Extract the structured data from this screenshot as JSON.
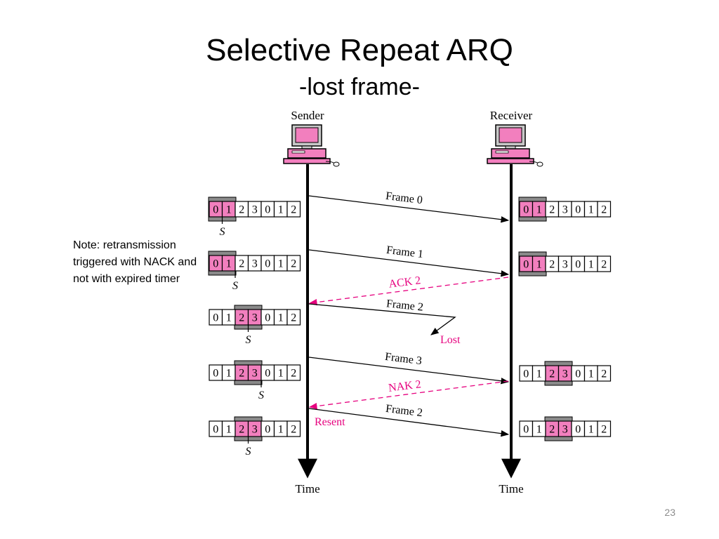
{
  "slide": {
    "title": "Selective Repeat ARQ",
    "subtitle": "-lost frame-",
    "note": "Note:  retransmission triggered with NACK and not with expired timer",
    "slide_number": "23"
  },
  "diagram": {
    "sender_label": "Sender",
    "receiver_label": "Receiver",
    "sender_time_label": "Time",
    "receiver_time_label": "Time",
    "pointer_label": "S",
    "lost_label": "Lost",
    "resent_label": "Resent",
    "colors": {
      "highlight": "#f27fbe",
      "window_bar": "#8a8a8a",
      "control": "#e6007e",
      "line": "#000000"
    },
    "messages": [
      {
        "label": "Frame 0",
        "kind": "data"
      },
      {
        "label": "Frame 1",
        "kind": "data"
      },
      {
        "label": "ACK 2",
        "kind": "control"
      },
      {
        "label": "Frame 2",
        "kind": "lost"
      },
      {
        "label": "Frame 3",
        "kind": "data"
      },
      {
        "label": "NAK 2",
        "kind": "control"
      },
      {
        "label": "Frame 2",
        "kind": "data"
      }
    ],
    "sender_windows": [
      {
        "cells": [
          "0",
          "1",
          "2",
          "3",
          "0",
          "1",
          "2"
        ],
        "window": [
          0,
          1
        ],
        "pointer": 0
      },
      {
        "cells": [
          "0",
          "1",
          "2",
          "3",
          "0",
          "1",
          "2"
        ],
        "window": [
          0,
          1
        ],
        "pointer": 1
      },
      {
        "cells": [
          "0",
          "1",
          "2",
          "3",
          "0",
          "1",
          "2"
        ],
        "window": [
          2,
          3
        ],
        "pointer": 2
      },
      {
        "cells": [
          "0",
          "1",
          "2",
          "3",
          "0",
          "1",
          "2"
        ],
        "window": [
          2,
          3
        ],
        "pointer": 3
      },
      {
        "cells": [
          "0",
          "1",
          "2",
          "3",
          "0",
          "1",
          "2"
        ],
        "window": [
          2,
          3
        ],
        "pointer": 2
      }
    ],
    "receiver_windows": [
      {
        "cells": [
          "0",
          "1",
          "2",
          "3",
          "0",
          "1",
          "2"
        ],
        "window": [
          0,
          1
        ]
      },
      {
        "cells": [
          "0",
          "1",
          "2",
          "3",
          "0",
          "1",
          "2"
        ],
        "window": [
          0,
          1
        ]
      },
      {
        "cells": [
          "0",
          "1",
          "2",
          "3",
          "0",
          "1",
          "2"
        ],
        "window": [
          2,
          3
        ]
      },
      {
        "cells": [
          "0",
          "1",
          "2",
          "3",
          "0",
          "1",
          "2"
        ],
        "window": [
          2,
          3
        ]
      }
    ]
  }
}
